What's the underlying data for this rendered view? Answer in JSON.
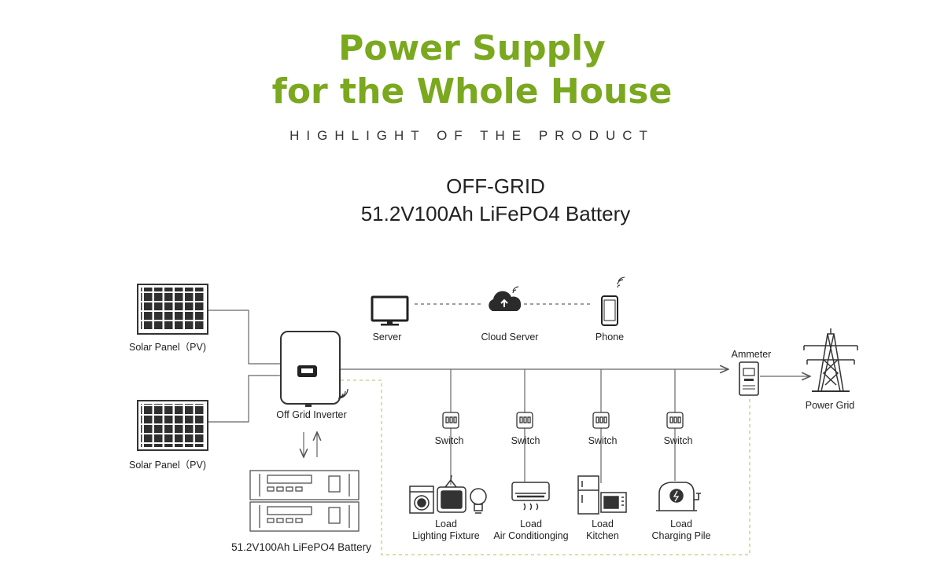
{
  "header": {
    "title_line1": "Power Supply",
    "title_line2": "for the Whole House",
    "highlight": "HIGHLIGHT OF THE PRODUCT",
    "subtitle_line1": "OFF-GRID",
    "subtitle_line2": "51.2V100Ah LiFePO4 Battery"
  },
  "diagram": {
    "solar_panel_top": "Solar Panel（PV)",
    "solar_panel_bottom": "Solar Panel（PV)",
    "inverter": "Off Grid Inverter",
    "battery": "51.2V100Ah LiFePO4 Battery",
    "server": "Server",
    "cloud": "Cloud Server",
    "phone": "Phone",
    "ammeter": "Ammeter",
    "grid": "Power Grid",
    "switch_label": "Switch",
    "loads": [
      {
        "line1": "Load",
        "line2": "Lighting Fixture"
      },
      {
        "line1": "Load",
        "line2": "Air Conditionging"
      },
      {
        "line1": "Load",
        "line2": "Kitchen"
      },
      {
        "line1": "Load",
        "line2": "Charging Pile"
      }
    ]
  },
  "colors": {
    "accent": "#7aa81e",
    "dashed_link": "#b9d27a",
    "lines": "#555555"
  }
}
